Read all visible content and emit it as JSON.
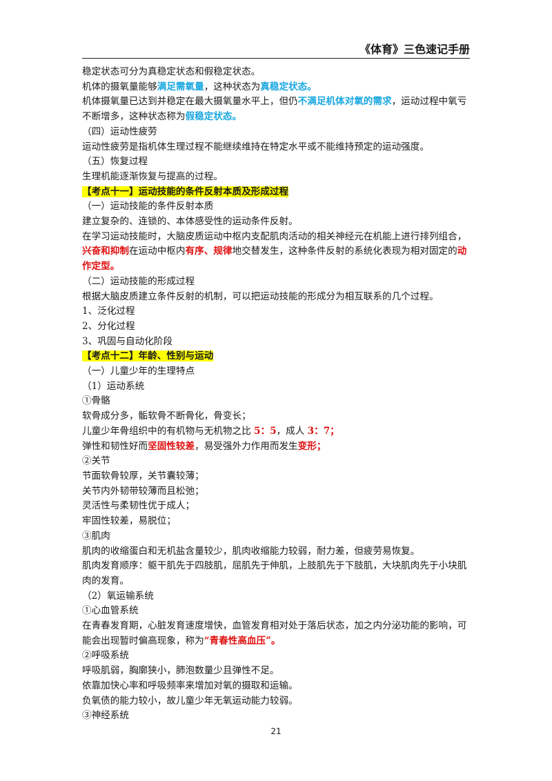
{
  "header": {
    "title": "《体育》三色速记手册"
  },
  "page_number": "21",
  "colors": {
    "blue": "#1aa7e0",
    "red": "#e01010",
    "highlight": "#ffff00"
  },
  "lines": [
    [
      {
        "t": "稳定状态可分为真稳定状态和假稳定状态。"
      }
    ],
    [
      {
        "t": "机体的摄氧量能够"
      },
      {
        "t": "满足需氧量",
        "c": "blue"
      },
      {
        "t": "，这种状态为"
      },
      {
        "t": "真稳定状态。",
        "c": "blue"
      }
    ],
    [
      {
        "t": "机体摄氧量已达到并稳定在最大摄氧量水平上，但仍"
      },
      {
        "t": "不满足机体对氧的需求",
        "c": "blue"
      },
      {
        "t": "，运动过程中氧亏不断增多，这种状态称为"
      },
      {
        "t": "假稳定状态。",
        "c": "blue"
      }
    ],
    [
      {
        "t": "（四）运动性疲劳"
      }
    ],
    [
      {
        "t": "运动性疲劳是指机体生理过程不能继续维持在特定水平或不能维持预定的运动强度。"
      }
    ],
    [
      {
        "t": "（五）恢复过程"
      }
    ],
    [
      {
        "t": "生理机能逐渐恢复与提高的过程。"
      }
    ],
    [
      {
        "t": "【考点十一】运动技能的条件反射本质及形成过程",
        "c": "hl"
      }
    ],
    [
      {
        "t": "（一）运动技能的条件反射本质"
      }
    ],
    [
      {
        "t": "建立复杂的、连锁的、本体感受性的运动条件反射。"
      }
    ],
    [
      {
        "t": "在学习运动技能时，大脑皮质运动中枢内支配肌肉活动的相关神经元在机能上进行排列组合，"
      },
      {
        "t": "兴奋和抑制",
        "c": "red"
      },
      {
        "t": "在运动中枢内"
      },
      {
        "t": "有序、规律",
        "c": "red"
      },
      {
        "t": "地交替发生，这种条件反射的系统化表现为相对固定的"
      },
      {
        "t": "动作定型。",
        "c": "red"
      }
    ],
    [
      {
        "t": "（二）运动技能的形成过程"
      }
    ],
    [
      {
        "t": "根据大脑皮质建立条件反射的机制，可以把运动技能的形成分为相互联系的几个过程。"
      }
    ],
    [
      {
        "t": "1、泛化过程"
      }
    ],
    [
      {
        "t": "2、分化过程"
      }
    ],
    [
      {
        "t": "3、巩固与自动化阶段"
      }
    ],
    [
      {
        "t": "【考点十二】年龄、性别与运动",
        "c": "hl"
      }
    ],
    [
      {
        "t": "（一）儿童少年的生理特点"
      }
    ],
    [
      {
        "t": "（1）运动系统"
      }
    ],
    [
      {
        "t": "①骨骼"
      }
    ],
    [
      {
        "t": "软骨成分多，骺软骨不断骨化，骨变长；"
      }
    ],
    [
      {
        "t": "儿童少年骨组织中的有机物与无机物之比 "
      },
      {
        "t": "5：5",
        "c": "red"
      },
      {
        "t": "，成人 "
      },
      {
        "t": "3：7；",
        "c": "red"
      }
    ],
    [
      {
        "t": "弹性和韧性好而"
      },
      {
        "t": "坚固性较差",
        "c": "red"
      },
      {
        "t": "，易受强外力作用而发生"
      },
      {
        "t": "变形；",
        "c": "red"
      }
    ],
    [
      {
        "t": "②关节"
      }
    ],
    [
      {
        "t": "节面软骨较厚，关节囊较薄；"
      }
    ],
    [
      {
        "t": "关节内外韧带较薄而且松弛；"
      }
    ],
    [
      {
        "t": "灵活性与柔韧性优于成人；"
      }
    ],
    [
      {
        "t": "牢固性较差，易脱位；"
      }
    ],
    [
      {
        "t": "③肌肉"
      }
    ],
    [
      {
        "t": "肌肉的收缩蛋白和无机盐含量较少，肌肉收缩能力较弱，耐力差，但疲劳易恢复。"
      }
    ],
    [
      {
        "t": "肌肉发育顺序：躯干肌先于四肢肌，屈肌先于伸肌，上肢肌先于下肢肌，大块肌肉先于小块肌肉的发育。"
      }
    ],
    [
      {
        "t": "（2）氧运输系统"
      }
    ],
    [
      {
        "t": "①心血管系统"
      }
    ],
    [
      {
        "t": "在青春发育期，心脏发育速度增快，血管发育相对处于落后状态，加之内分泌功能的影响，可能会出现暂时偏高现象，称为"
      },
      {
        "t": "“青春性高血压”。",
        "c": "red"
      }
    ],
    [
      {
        "t": "②呼吸系统"
      }
    ],
    [
      {
        "t": "呼吸肌弱，胸廓狭小，肺泡数量少且弹性不足。"
      }
    ],
    [
      {
        "t": "依靠加快心率和呼吸频率来增加对氧的摄取和运输。"
      }
    ],
    [
      {
        "t": "负氧债的能力较小，故儿童少年无氧运动能力较弱。"
      }
    ],
    [
      {
        "t": "③神经系统"
      }
    ]
  ]
}
